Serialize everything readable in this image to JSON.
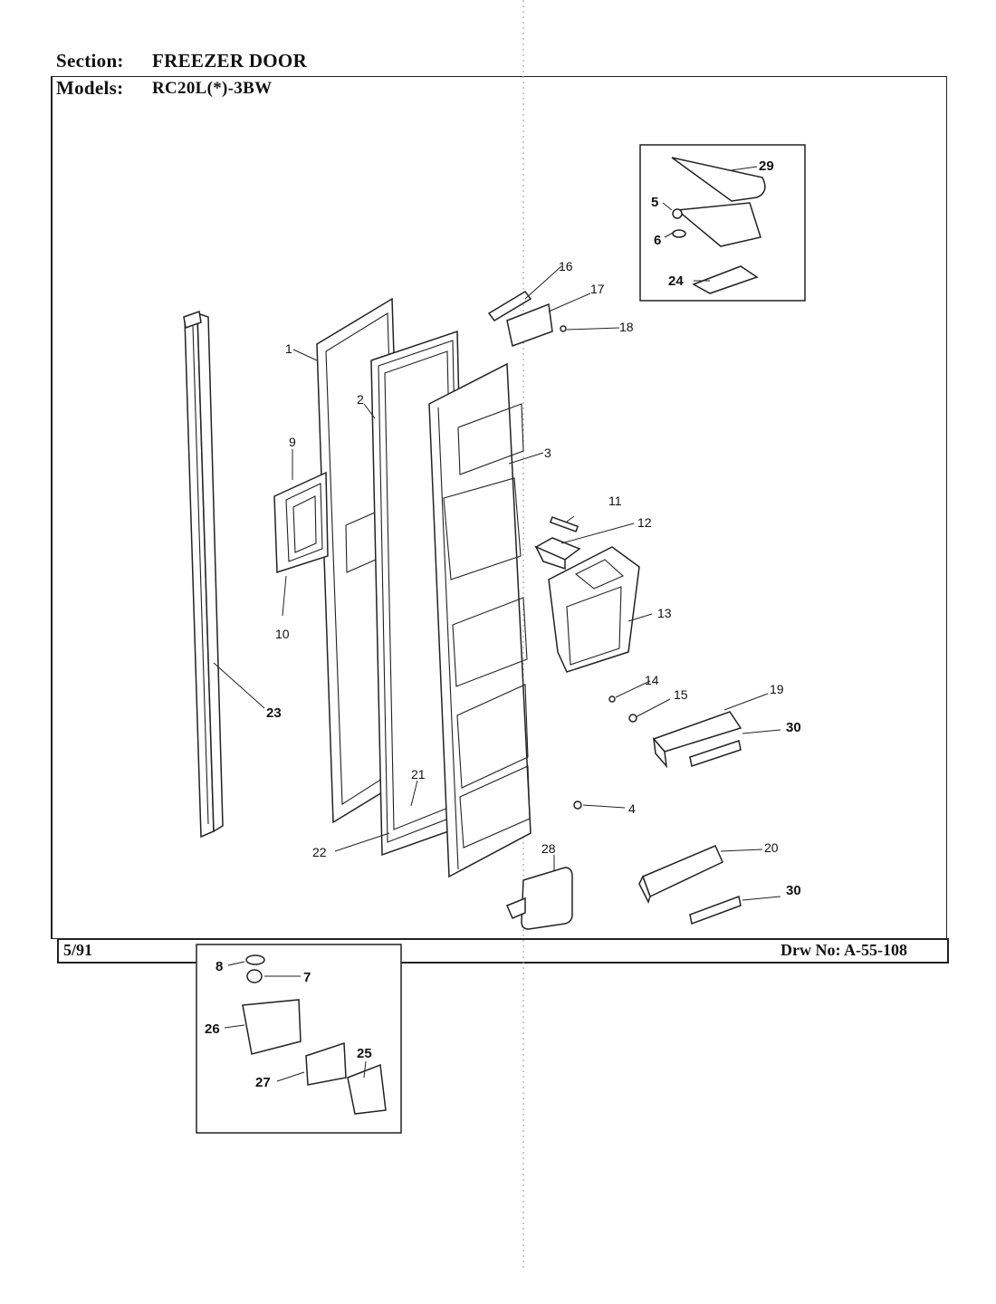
{
  "header": {
    "section_label": "Section:",
    "section_value": "FREEZER DOOR",
    "models_label": "Models:",
    "models_value": "RC20L(*)-3BW"
  },
  "footer": {
    "date": "5/91",
    "drawing_number": "Drw No: A-55-108"
  },
  "callouts": {
    "c1": "1",
    "c2": "2",
    "c3": "3",
    "c4": "4",
    "c5": "5",
    "c6": "6",
    "c7": "7",
    "c8": "8",
    "c9": "9",
    "c10": "10",
    "c11": "11",
    "c12": "12",
    "c13": "13",
    "c14": "14",
    "c15": "15",
    "c16": "16",
    "c17": "17",
    "c18": "18",
    "c19": "19",
    "c20": "20",
    "c21": "21",
    "c22": "22",
    "c23": "23",
    "c24": "24",
    "c25": "25",
    "c26": "26",
    "c27": "27",
    "c28": "28",
    "c29": "29",
    "c30a": "30",
    "c30b": "30"
  }
}
